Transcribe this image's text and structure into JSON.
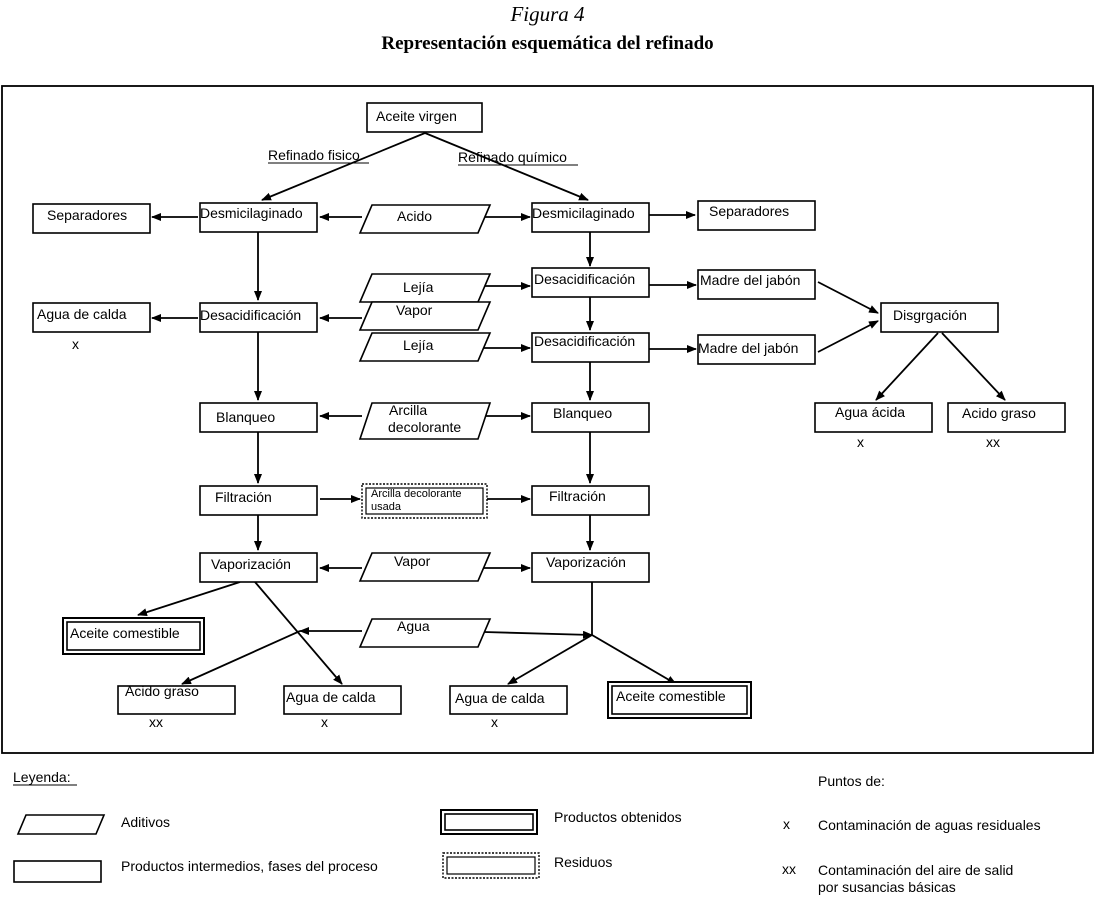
{
  "figure": {
    "number": "Figura 4",
    "caption": "Representación esquemática del refinado"
  },
  "diagram": {
    "start": "Aceite virgen",
    "route_physical": "Refinado fisico",
    "route_chemical": "Refinado químico",
    "physical_steps": [
      "Desmicilaginado",
      "Desacidificación",
      "Blanqueo",
      "Filtración",
      "Vaporización"
    ],
    "chemical_steps": [
      "Desmicilaginado",
      "Desacidificación",
      "Desacidificación",
      "Blanqueo",
      "Filtración",
      "Vaporización"
    ],
    "additives": {
      "acido": "Acido",
      "lejia_1": "Lejía",
      "vapor_1": "Vapor",
      "lejia_2": "Lejía",
      "arcilla_line1": "Arcilla",
      "arcilla_line2": "decolorante",
      "vapor_2": "Vapor",
      "agua": "Agua"
    },
    "residue": {
      "arcilla_usada_line1": "Arcilla decolorante",
      "arcilla_usada_line2": "usada"
    },
    "outputs": {
      "separadores_left": "Separadores",
      "separadores_right": "Separadores",
      "agua_calda_left": "Agua de calda",
      "madre_jabon_1": "Madre del jabón",
      "madre_jabon_2": "Madre del jabón",
      "disgregacion": "Disgrgación",
      "agua_acida": "Agua ácida",
      "acido_graso_right": "Acido graso",
      "aceite_comestible_left": "Aceite comestible",
      "acido_graso_bottom": "Acido graso",
      "agua_calda_b1": "Agua de calda",
      "agua_calda_b2": "Agua de calda",
      "aceite_comestible_right": "Aceite comestible"
    },
    "marks": {
      "agua_calda_left": "x",
      "agua_acida": "x",
      "acido_graso_right": "xx",
      "acido_graso_bottom": "xx",
      "agua_calda_b1": "x",
      "agua_calda_b2": "x"
    }
  },
  "legend": {
    "title": "Leyenda:",
    "aditivos": "Aditivos",
    "intermedios": "Productos intermedios, fases del proceso",
    "obtenidos": "Productos obtenidos",
    "residuos": "Residuos",
    "puntos_title": "Puntos de:",
    "mark_x": "x",
    "mark_xx": "xx",
    "contaminacion_aguas": "Contaminación de aguas residuales",
    "contaminacion_aire_line1": "Contaminación del aire de salid",
    "contaminacion_aire_line2": "por susancias básicas"
  }
}
